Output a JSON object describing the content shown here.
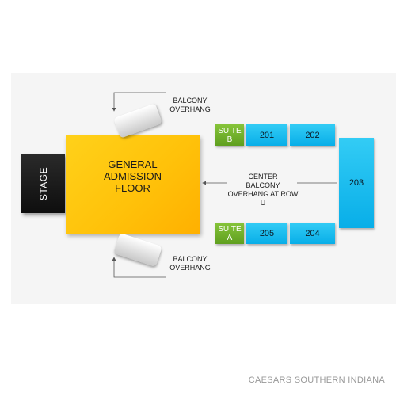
{
  "venue": {
    "footer": "CAESARS SOUTHERN INDIANA"
  },
  "sections": {
    "stage": "STAGE",
    "floor": "GENERAL\nADMISSION\nFLOOR",
    "suite_b": "SUITE\nB",
    "suite_a": "SUITE\nA",
    "s201": "201",
    "s202": "202",
    "s203": "203",
    "s204": "204",
    "s205": "205"
  },
  "notes": {
    "balcony_top": "BALCONY\nOVERHANG",
    "balcony_bottom": "BALCONY\nOVERHANG",
    "center": "CENTER\nBALCONY\nOVERHANG AT ROW U"
  },
  "colors": {
    "floor": "#ffc20a",
    "suite": "#6fb12a",
    "section": "#19bdf0",
    "stage": "#1a1a1a",
    "balcony": "#dcdcdc"
  }
}
